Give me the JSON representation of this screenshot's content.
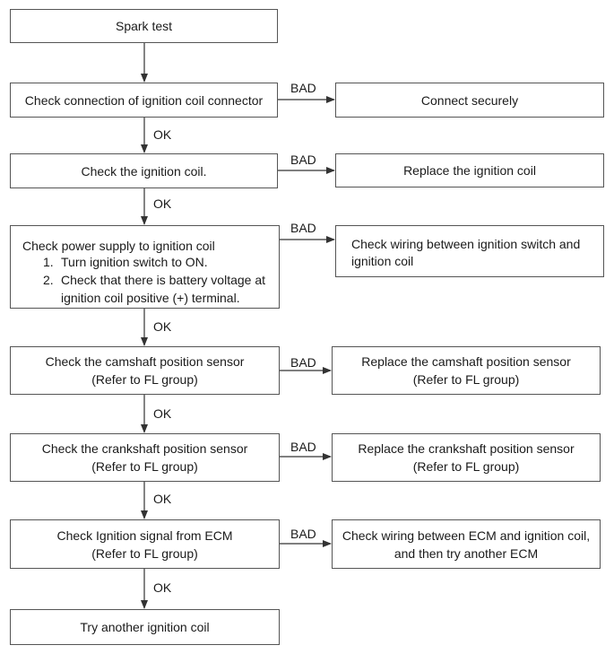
{
  "flowchart": {
    "spark_test": "Spark test",
    "check_connector": "Check connection of ignition coil connector",
    "connect_securely": "Connect securely",
    "check_coil": "Check the ignition coil.",
    "replace_coil": "Replace the ignition coil",
    "power_supply": {
      "title": "Check power supply to ignition coil",
      "step1_num": "1.",
      "step1": "Turn ignition switch to ON.",
      "step2_num": "2.",
      "step2_line1": "Check that there is battery voltage at",
      "step2_line2": "ignition coil positive (+) terminal."
    },
    "check_wiring_switch": {
      "line1": "Check wiring between ignition switch and",
      "line2": "ignition coil"
    },
    "check_camshaft": {
      "line1": "Check the camshaft position sensor",
      "line2": "(Refer to FL group)"
    },
    "replace_camshaft": {
      "line1": "Replace the camshaft position sensor",
      "line2": "(Refer to FL group)"
    },
    "check_crankshaft": {
      "line1": "Check the crankshaft position sensor",
      "line2": "(Refer to FL group)"
    },
    "replace_crankshaft": {
      "line1": "Replace the crankshaft position sensor",
      "line2": "(Refer to FL group)"
    },
    "check_ecm_signal": {
      "line1": "Check Ignition signal from ECM",
      "line2": "(Refer to FL group)"
    },
    "check_wiring_ecm": {
      "line1": "Check wiring between ECM and ignition coil,",
      "line2": "and then try another ECM"
    },
    "try_another_coil": "Try another ignition coil",
    "label_ok": "OK",
    "label_bad": "BAD"
  }
}
